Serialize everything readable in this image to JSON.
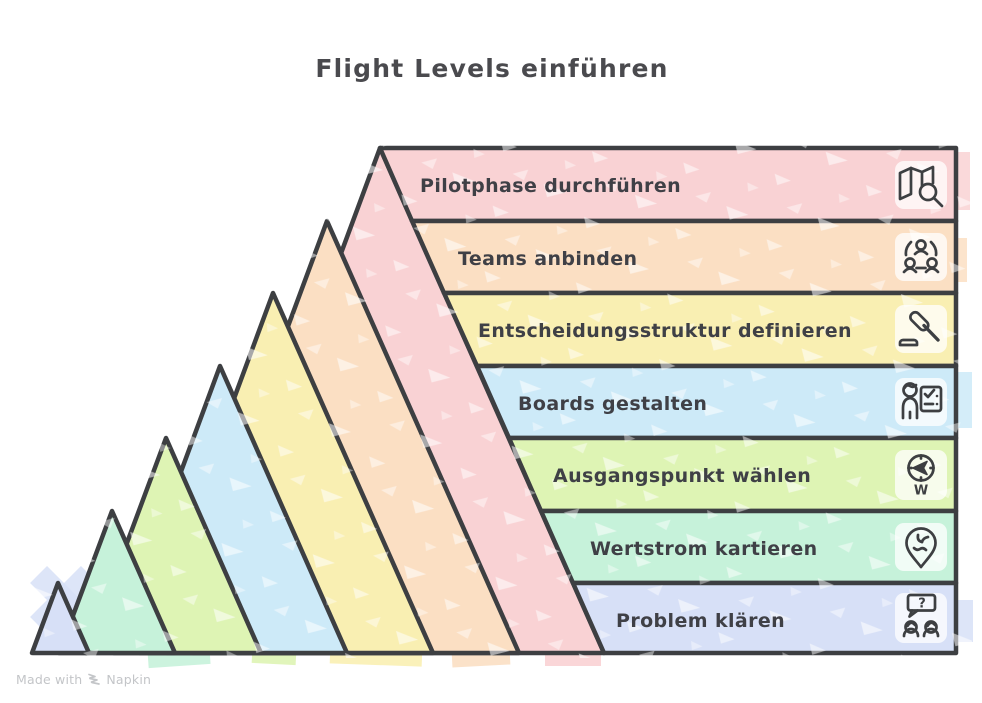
{
  "title": "Flight Levels einführen",
  "watermark": {
    "prefix": "Made with",
    "brand": "Napkin"
  },
  "colors": {
    "outline": "#3d3f42",
    "text": "#3f4046",
    "background": "#ffffff",
    "watermark": "#c3c5c8"
  },
  "layers": [
    {
      "label": "Pilotphase durchführen",
      "color": "#f9d2d4",
      "icon": "map-search-icon"
    },
    {
      "label": "Teams anbinden",
      "color": "#fbdfc3",
      "icon": "team-network-icon"
    },
    {
      "label": "Entscheidungsstruktur definieren",
      "color": "#f9efb2",
      "icon": "gavel-icon"
    },
    {
      "label": "Boards gestalten",
      "color": "#cdeaf8",
      "icon": "person-board-icon"
    },
    {
      "label": "Ausgangspunkt wählen",
      "color": "#def4b4",
      "icon": "compass-icon",
      "icon_letter": "W"
    },
    {
      "label": "Wertstrom kartieren",
      "color": "#c6f2da",
      "icon": "map-pin-stream-icon"
    },
    {
      "label": "Problem klären",
      "color": "#d7e0f7",
      "icon": "question-discussion-icon",
      "icon_letter": "?"
    }
  ]
}
